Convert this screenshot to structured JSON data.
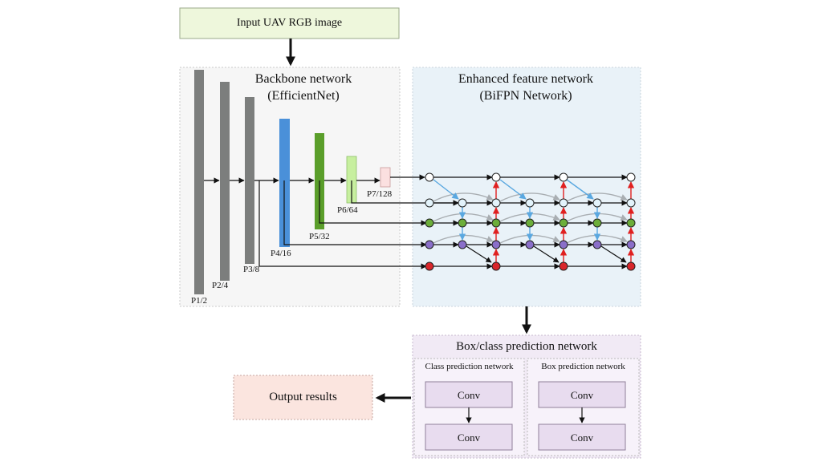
{
  "input": {
    "label": "Input UAV RGB image"
  },
  "backbone": {
    "title_line1": "Backbone network",
    "title_line2": "(EfficientNet)",
    "levels": [
      "P1/2",
      "P2/4",
      "P3/8",
      "P4/16",
      "P5/32",
      "P6/64",
      "P7/128"
    ]
  },
  "bifpn": {
    "title_line1": "Enhanced feature network",
    "title_line2": "(BiFPN Network)"
  },
  "prediction": {
    "title": "Box/class prediction network",
    "class_net": {
      "title": "Class prediction network",
      "conv1": "Conv",
      "conv2": "Conv"
    },
    "box_net": {
      "title": "Box prediction network",
      "conv1": "Conv",
      "conv2": "Conv"
    }
  },
  "output": {
    "label": "Output results"
  },
  "colors": {
    "input_fill": "#eef7dc",
    "backbone_panel": "#f6f6f6",
    "bifpn_panel": "#e9f2f8",
    "prediction_panel": "#f1eaf5",
    "conv_fill": "#e8dcef",
    "output_fill": "#fbe5df",
    "gray_bar": "#7c7e7d",
    "blue_bar": "#4a90d9",
    "green_bar": "#5a9e2a",
    "light_green_bar": "#c7ef9f",
    "pink_bar": "#fbe0e0",
    "node_white": "#ffffff",
    "node_light_blue": "#e3f3fb",
    "node_green": "#6cae3a",
    "node_purple": "#8a6fc9",
    "node_red": "#d9262b",
    "red_arrow": "#e02020",
    "blue_arrow": "#5aa8e0",
    "gray_arc": "#a9aeb2"
  }
}
